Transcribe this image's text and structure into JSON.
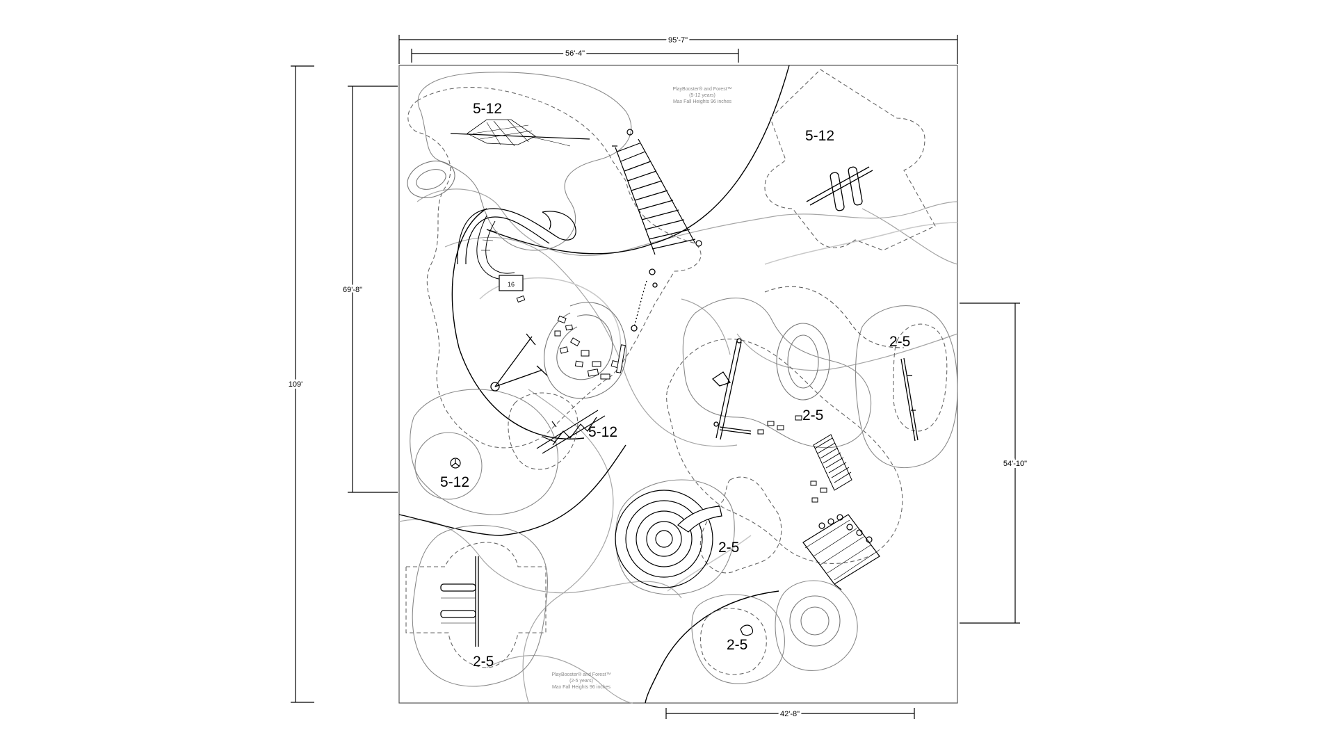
{
  "dimensions": {
    "overall_width": "95'-7\"",
    "upper_width": "56'-4\"",
    "overall_height": "109'",
    "left_height": "69'-8\"",
    "right_height": "54'-10\"",
    "bottom_width": "42'-8\""
  },
  "zones": {
    "upper_left": "5-12",
    "upper_right": "5-12",
    "center": "5-12",
    "lower_left": "5-12",
    "right_2_5": "2-5",
    "center_2_5": "2-5",
    "slide_2_5": "2-5",
    "bottom_left_2_5": "2-5",
    "bottom_center_2_5": "2-5"
  },
  "headers": {
    "top": {
      "line1": "PlayBooster® and Forest™",
      "line2": "(5-12 years)",
      "line3": "Max Fall Heights 96 inches"
    },
    "bottom": {
      "line1": "PlayBooster® and Forest™",
      "line2": "(2-5 years)",
      "line3": "Max Fall Heights 96 inches"
    }
  },
  "labels": {
    "deck_number": "16"
  },
  "colors": {
    "ink": "#000000",
    "grey": "#a6a6a6",
    "light": "#c8c8c8"
  }
}
